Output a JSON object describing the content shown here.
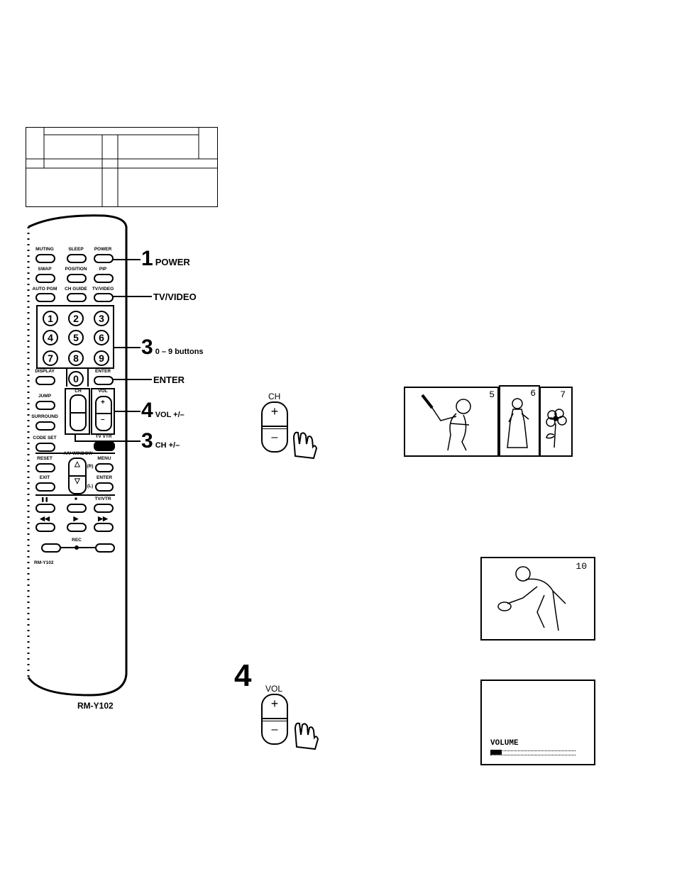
{
  "remote": {
    "buttons_row1": [
      "MUTING",
      "SLEEP",
      "POWER"
    ],
    "buttons_row2": [
      "SWAP",
      "POSITION",
      "PIP"
    ],
    "buttons_row3": [
      "AUTO PGM",
      "CH GUIDE",
      "TV/VIDEO"
    ],
    "digits": [
      "1",
      "2",
      "3",
      "4",
      "5",
      "6",
      "7",
      "8",
      "9",
      "0"
    ],
    "display": "DISPLAY",
    "enter": "ENTER",
    "jump": "JUMP",
    "ch": "CH",
    "vol": "VOL",
    "surround": "SURROUND",
    "code_set": "CODE SET",
    "tv_vtr_switch": "TV  VTR",
    "av_window": "A/V WINDOW",
    "reset": "RESET",
    "menu": "MENU",
    "exit": "EXIT",
    "enter2": "ENTER",
    "r_label": "(R)",
    "l_label": "(L)",
    "tv_vtr": "TV/VTR",
    "rec": "REC",
    "model_small": "RM-Y102",
    "model_caption": "RM-Y102"
  },
  "callouts": [
    {
      "number": "1",
      "label": "POWER"
    },
    {
      "number": "",
      "label": "TV/VIDEO"
    },
    {
      "number": "3",
      "label": "0 – 9 buttons"
    },
    {
      "number": "",
      "label": "ENTER"
    },
    {
      "number": "4",
      "label": "VOL +/–"
    },
    {
      "number": "3",
      "label": "CH +/–"
    }
  ],
  "ch_illustration": {
    "label": "CH",
    "plus": "+",
    "minus": "–"
  },
  "vol_illustration": {
    "step": "4",
    "label": "VOL",
    "plus": "+",
    "minus": "–"
  },
  "tv_channels": [
    "5",
    "6",
    "7"
  ],
  "tv_channel_10": "10",
  "volume_screen": {
    "label": "VOLUME"
  }
}
